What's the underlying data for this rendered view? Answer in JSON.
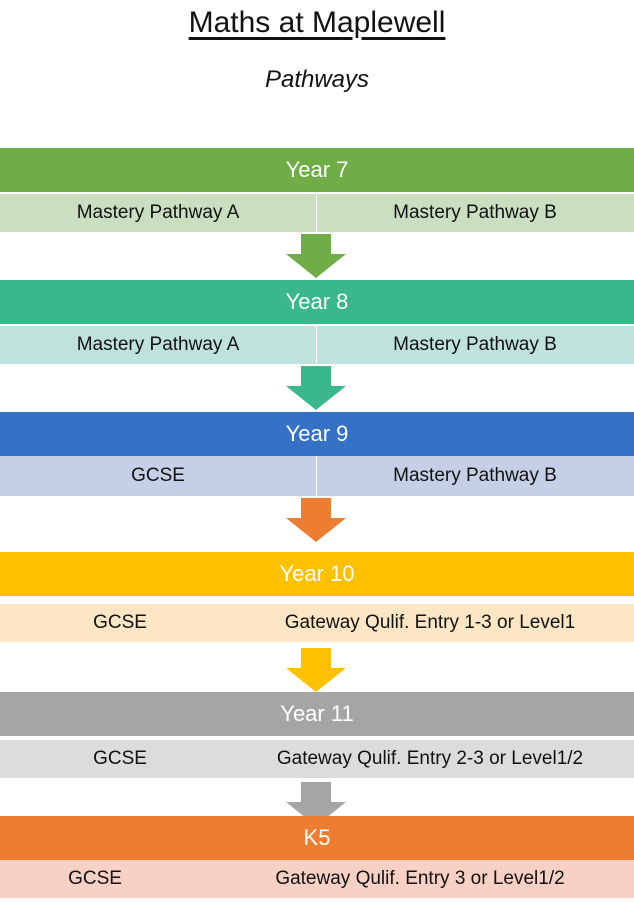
{
  "title": "Maths at Maplewell",
  "subtitle": "Pathways",
  "stages": [
    {
      "year": "Year 7",
      "left": "Mastery Pathway A",
      "right": "Mastery Pathway B",
      "bar_color": "#70ad47",
      "row_color": "#c9dfc0",
      "arrow_color": "#70ad47"
    },
    {
      "year": "Year 8",
      "left": "Mastery Pathway A",
      "right": "Mastery Pathway B",
      "bar_color": "#3bb88b",
      "row_color": "#bfe3dc",
      "arrow_color": "#3bb88b"
    },
    {
      "year": "Year 9",
      "left": "GCSE",
      "right": "Mastery Pathway B",
      "bar_color": "#3571c4",
      "row_color": "#c5d0e6",
      "arrow_color": "#ed7d31"
    },
    {
      "year": "Year 10",
      "left": "GCSE",
      "right": "Gateway Qulif. Entry 1-3 or Level1",
      "bar_color": "#ffc000",
      "row_color": "#fde6c4",
      "arrow_color": "#ffc000"
    },
    {
      "year": "Year 11",
      "left": "GCSE",
      "right": "Gateway Qulif. Entry 2-3 or Level1/2",
      "bar_color": "#a5a5a5",
      "row_color": "#dcdcdc",
      "arrow_color": "#a5a5a5"
    },
    {
      "year": "K5",
      "left": "GCSE",
      "right": "Gateway Qulif. Entry 3 or Level1/2",
      "bar_color": "#ed7d31",
      "row_color": "#f8d0c4",
      "arrow_color": null
    }
  ]
}
